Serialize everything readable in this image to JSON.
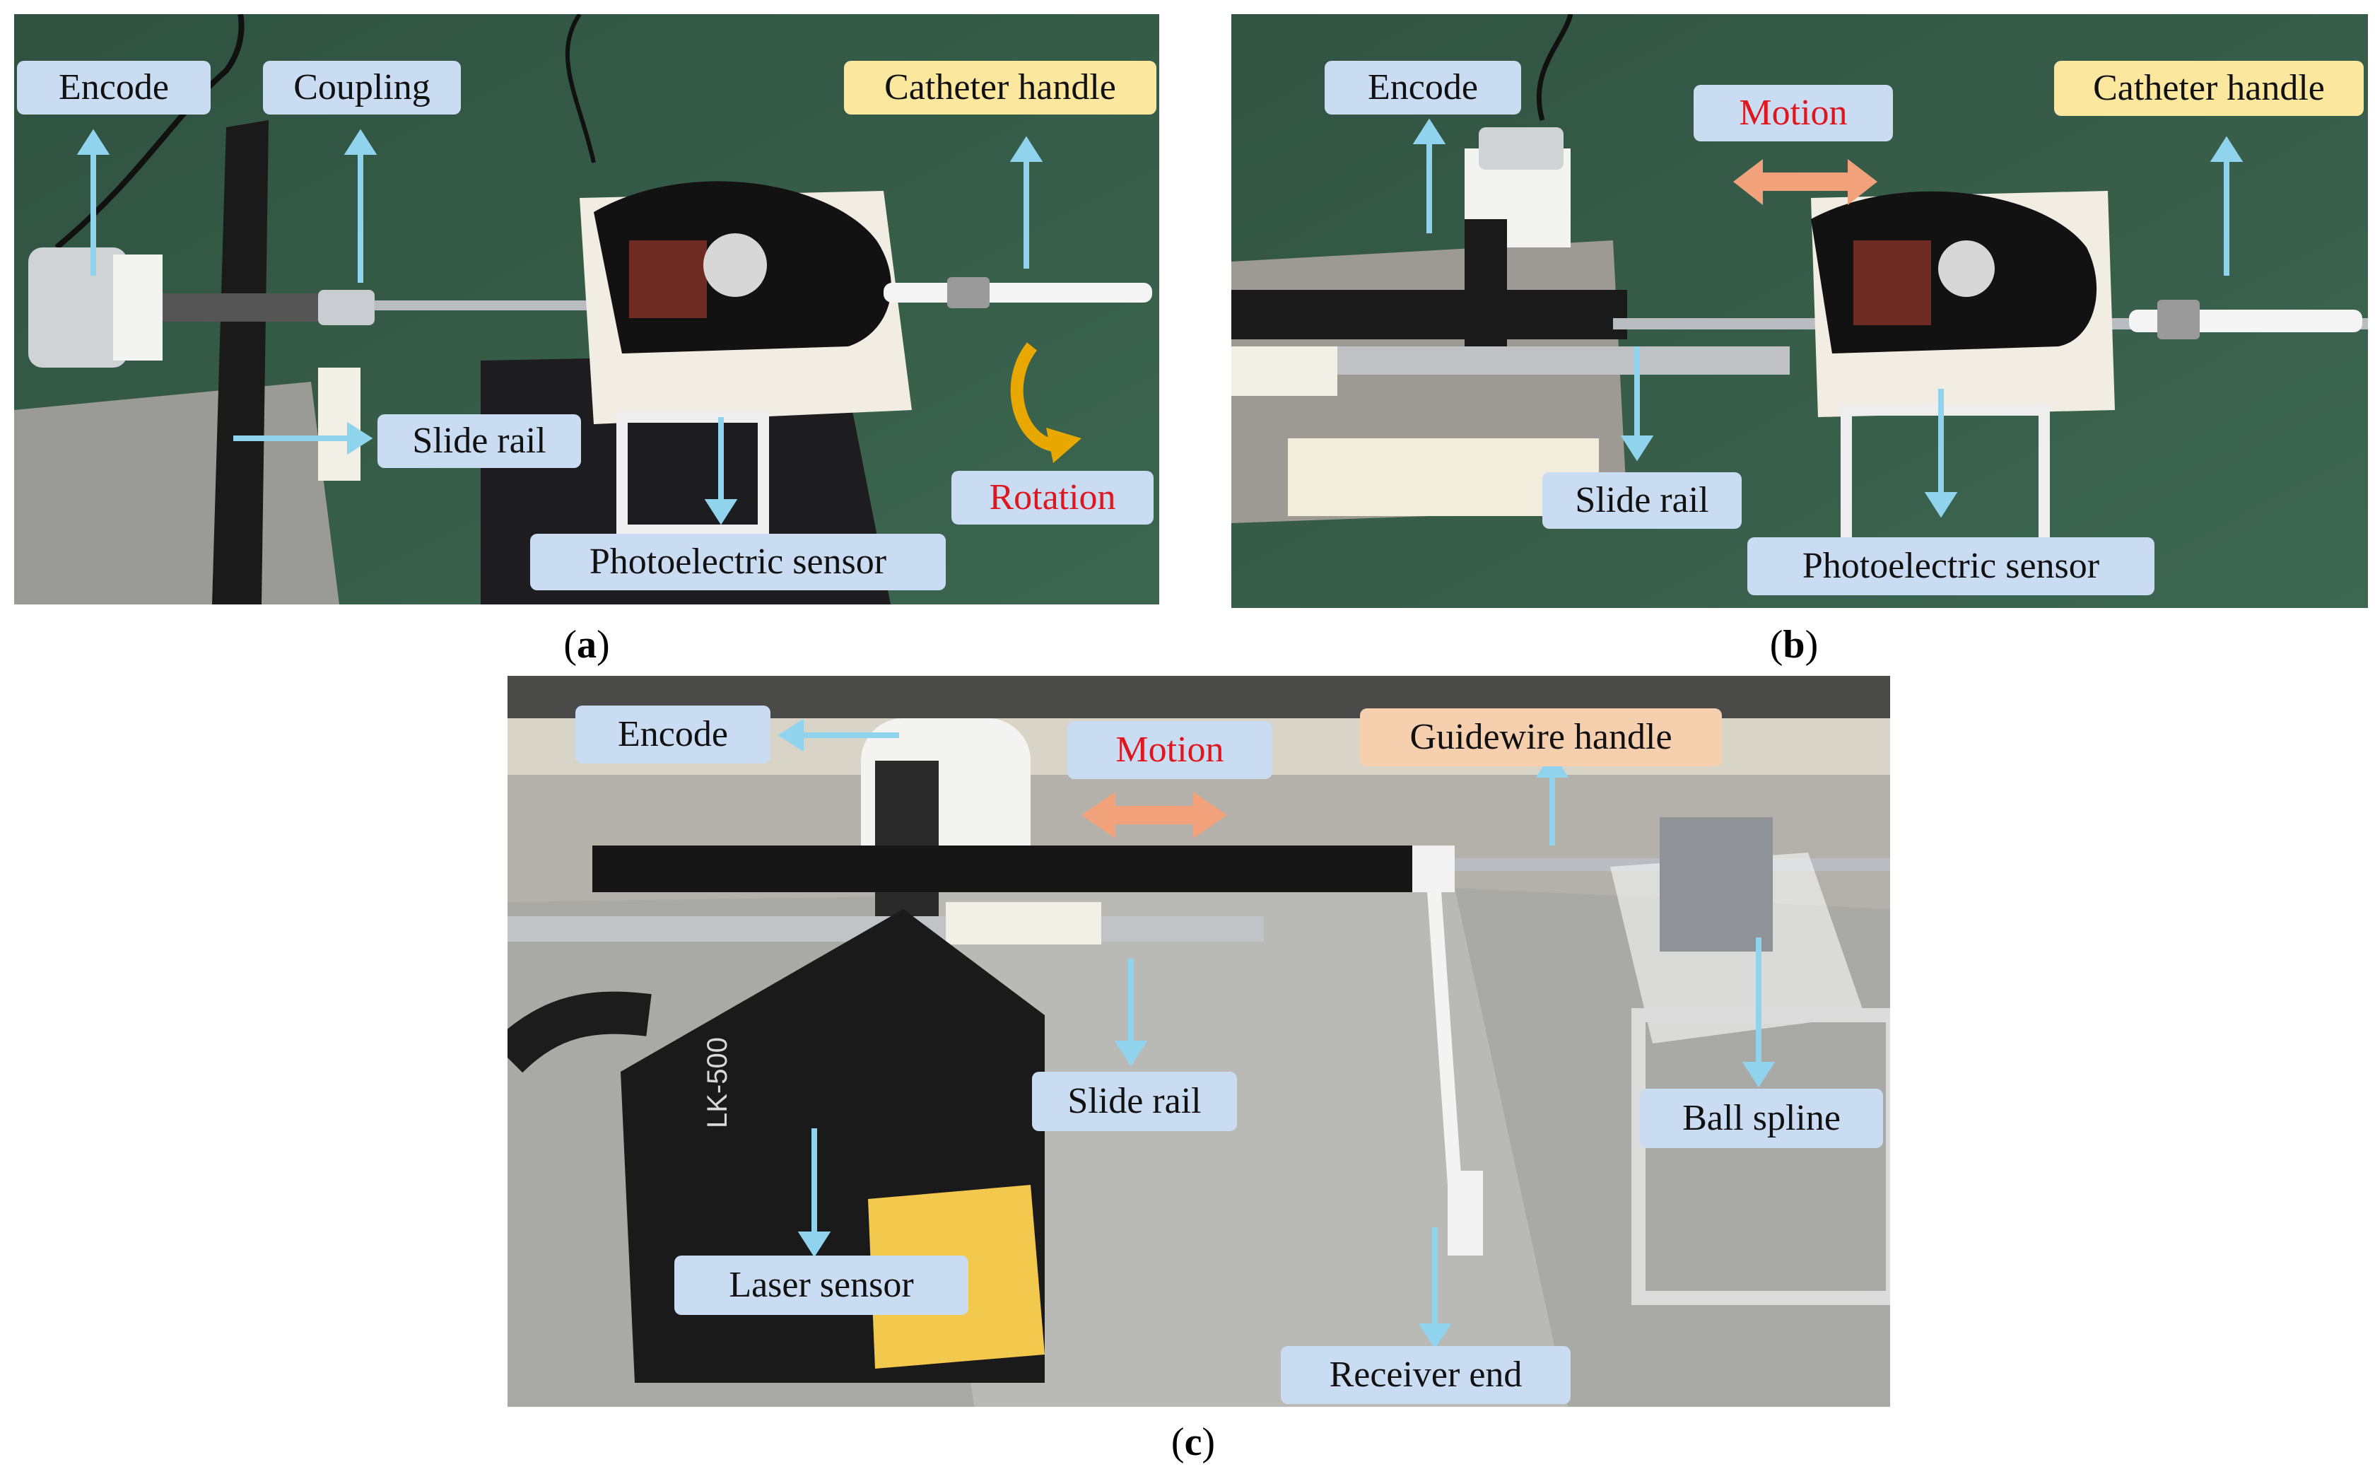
{
  "panel_a": {
    "labels": {
      "encode": "Encode",
      "coupling": "Coupling",
      "catheter_handle": "Catheter handle",
      "slide_rail": "Slide rail",
      "rotation": "Rotation",
      "photoelectric_sensor": "Photoelectric sensor"
    },
    "caption": "a"
  },
  "panel_b": {
    "labels": {
      "encode": "Encode",
      "motion": "Motion",
      "catheter_handle": "Catheter handle",
      "slide_rail": "Slide rail",
      "photoelectric_sensor": "Photoelectric sensor"
    },
    "caption": "b"
  },
  "panel_c": {
    "labels": {
      "encode": "Encode",
      "motion": "Motion",
      "guidewire_handle": "Guidewire handle",
      "slide_rail": "Slide rail",
      "ball_spline": "Ball spline",
      "laser_sensor": "Laser sensor",
      "receiver_end": "Receiver end"
    },
    "device_model": "LK-500",
    "caption": "c"
  },
  "colors": {
    "label_blue": "#c9dcf1",
    "label_yellow": "#fbe79d",
    "label_peach": "#f6cfae",
    "arrow_blue": "#8fd3ec",
    "arrow_orange": "#f2a27a",
    "highlight_red": "#e0161e",
    "board_green": "#355845"
  }
}
